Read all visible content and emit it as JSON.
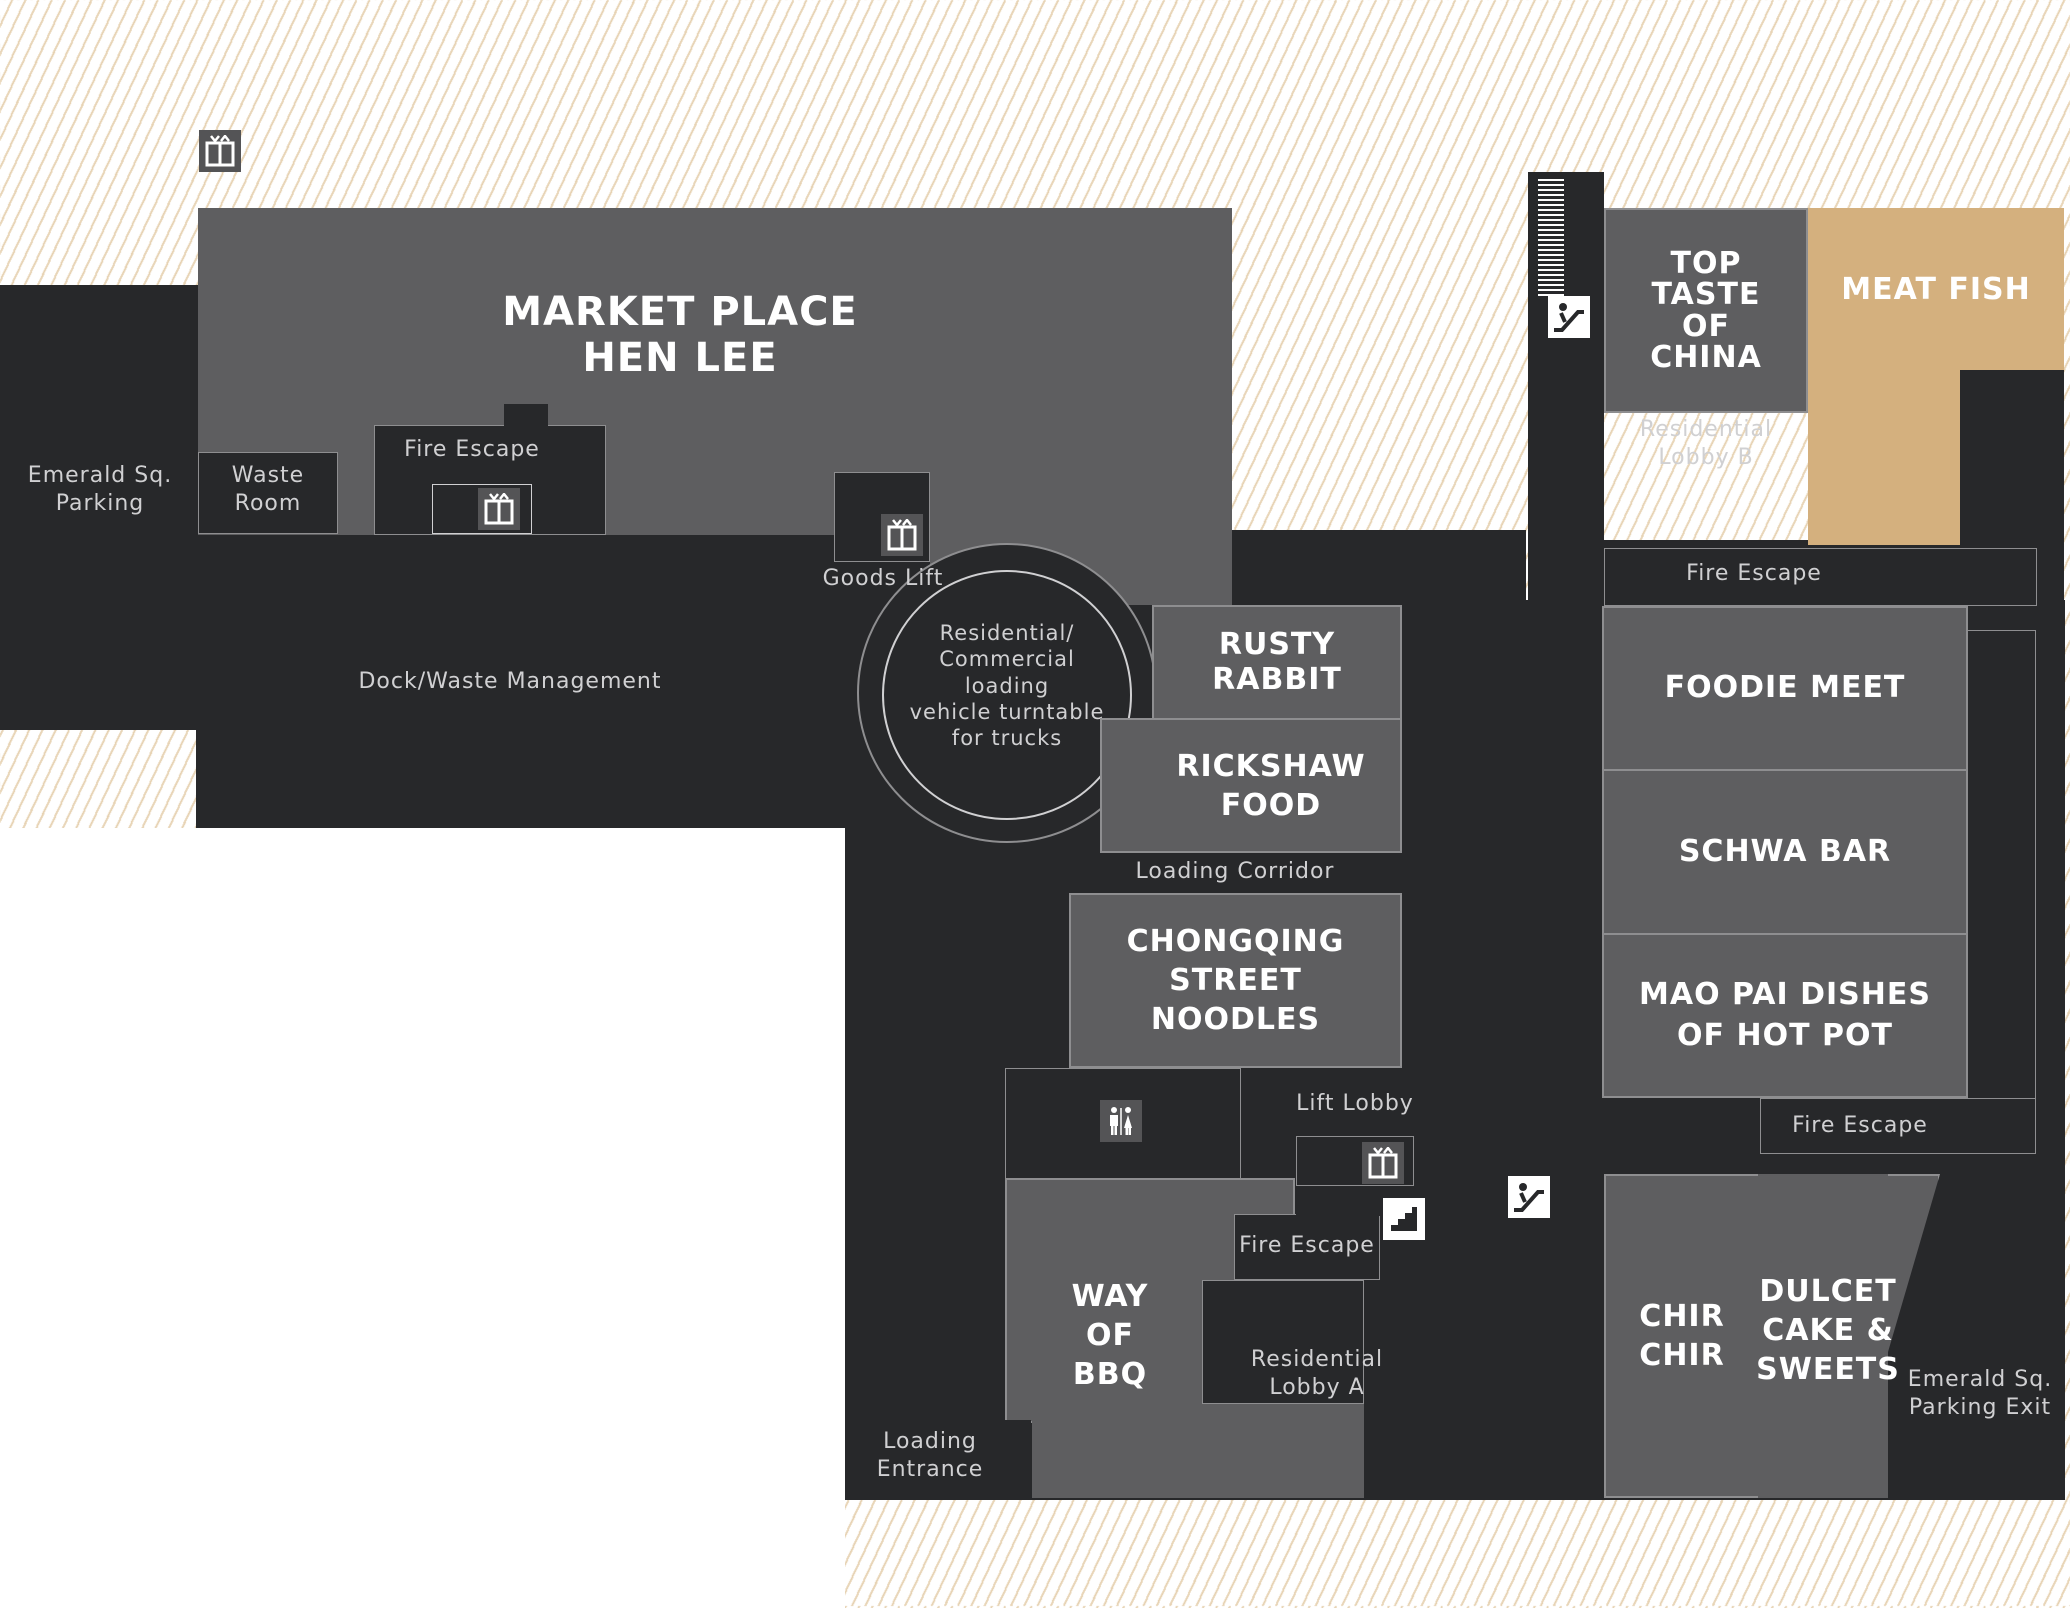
{
  "stores": {
    "market_place": "MARKET PLACE\nHEN LEE",
    "top_taste": "TOP\nTASTE\nOF\nCHINA",
    "meat_fish": "MEAT FISH",
    "rusty_rabbit": "RUSTY\nRABBIT",
    "rickshaw_food": "RICKSHAW\nFOOD",
    "foodie_meet": "FOODIE MEET",
    "schwa_bar": "SCHWA BAR",
    "mao_pai": "MAO PAI DISHES\nOF HOT POT",
    "chongqing": "CHONGQING\nSTREET\nNOODLES",
    "way_of_bbq": "WAY\nOF\nBBQ",
    "chir_chir": "CHIR\nCHIR",
    "dulcet": "DULCET\nCAKE &\nSWEETS"
  },
  "labels": {
    "emerald_parking": "Emerald Sq.\nParking",
    "waste_room": "Waste\nRoom",
    "fire_escape_market": "Fire Escape",
    "goods_lift": "Goods Lift",
    "dock_waste": "Dock/Waste Management",
    "turntable": "Residential/\nCommercial\nloading\nvehicle turntable\nfor trucks",
    "residential_lobby_b": "Residential\nLobby B",
    "fire_escape_right_top": "Fire Escape",
    "fire_escape_right_mid": "Fire Escape",
    "loading_corridor": "Loading Corridor",
    "lift_lobby": "Lift Lobby",
    "fire_escape_center": "Fire Escape",
    "residential_lobby_a": "Residential\nLobby A",
    "loading_entrance": "Loading\nEntrance",
    "emerald_parking_exit": "Emerald Sq.\nParking Exit"
  },
  "colors": {
    "corridor": "#27282a",
    "unit": "#5e5e60",
    "highlight": "#d4b07e"
  },
  "icons": [
    "lift-icon",
    "escalator-icon",
    "restroom-icon",
    "stairs-icon"
  ]
}
